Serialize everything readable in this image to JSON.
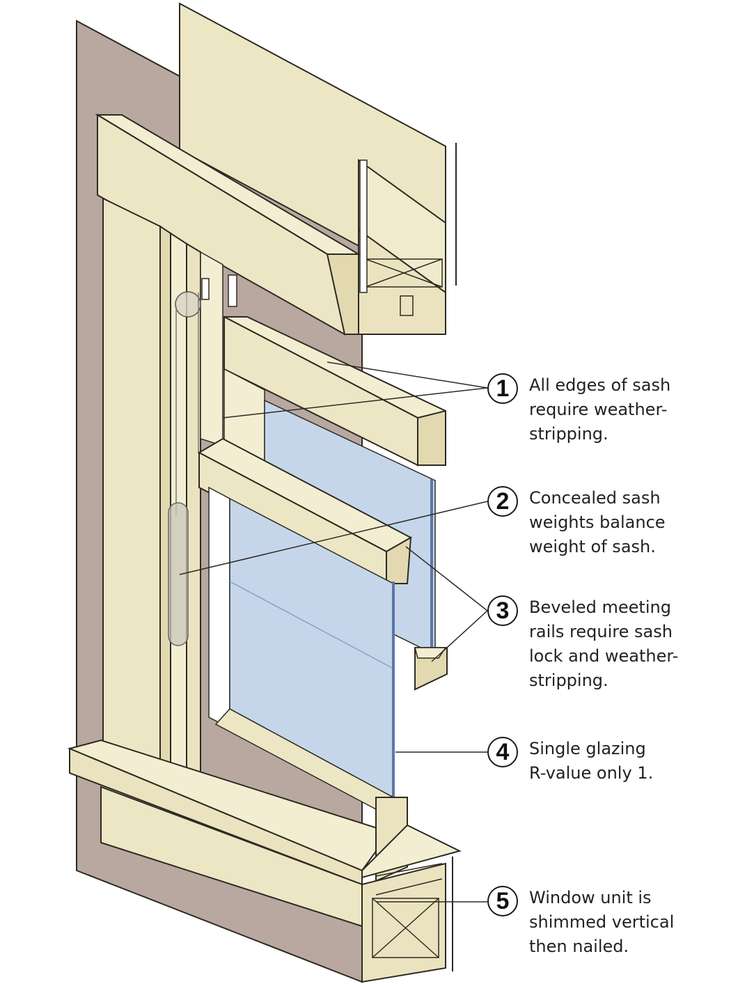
{
  "callouts": [
    {
      "number": "1",
      "lines": [
        "All edges of sash",
        "require weather-",
        "stripping."
      ]
    },
    {
      "number": "2",
      "lines": [
        "Concealed sash",
        "weights balance",
        "weight of sash."
      ]
    },
    {
      "number": "3",
      "lines": [
        "Beveled meeting",
        "rails require sash",
        "lock and weather-",
        "stripping."
      ]
    },
    {
      "number": "4",
      "lines": [
        "Single glazing",
        "R-value only 1."
      ]
    },
    {
      "number": "5",
      "lines": [
        "Window unit is",
        "shimmed vertical",
        "then nailed."
      ]
    }
  ],
  "colors": {
    "wall": "#b9a8a0",
    "wall_dark": "#a89690",
    "wood_light": "#f3eed2",
    "wood": "#ece5c2",
    "wood_dark": "#d8cfa6",
    "glass": "#c6d6ea",
    "glass_edge": "#5b77a8",
    "line": "#2c2a22"
  }
}
